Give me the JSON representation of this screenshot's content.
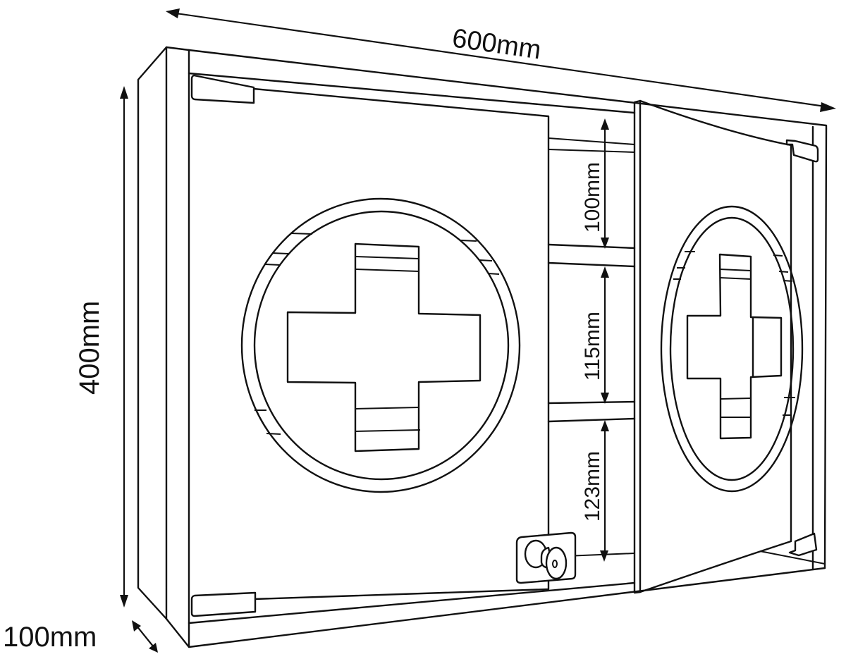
{
  "diagram": {
    "subject": "Wall-mounted first aid / medicine cabinet with two doors (left closed with key lock, right door open), three internal shelves",
    "colors": {
      "line": "#111111",
      "background": "#ffffff"
    },
    "dimensions": {
      "width": {
        "value": 600,
        "unit": "mm",
        "label": "600mm"
      },
      "height": {
        "value": 400,
        "unit": "mm",
        "label": "400mm"
      },
      "depth": {
        "value": 100,
        "unit": "mm",
        "label": "100mm"
      },
      "compartments": [
        {
          "position": "top",
          "value": 100,
          "unit": "mm",
          "label": "100mm"
        },
        {
          "position": "middle",
          "value": 115,
          "unit": "mm",
          "label": "115mm"
        },
        {
          "position": "bottom",
          "value": 123,
          "unit": "mm",
          "label": "123mm"
        }
      ]
    },
    "components": [
      {
        "name": "cabinet-body",
        "label": "Cabinet body"
      },
      {
        "name": "left-door",
        "label": "Left door (closed) with first-aid cross emblem"
      },
      {
        "name": "right-door",
        "label": "Right door (open) with first-aid cross emblem"
      },
      {
        "name": "key-lock",
        "label": "Key lock"
      },
      {
        "name": "shelves",
        "label": "Internal shelves",
        "count": 2
      },
      {
        "name": "hinge-brackets",
        "label": "Hinge brackets",
        "count": 4
      }
    ]
  }
}
